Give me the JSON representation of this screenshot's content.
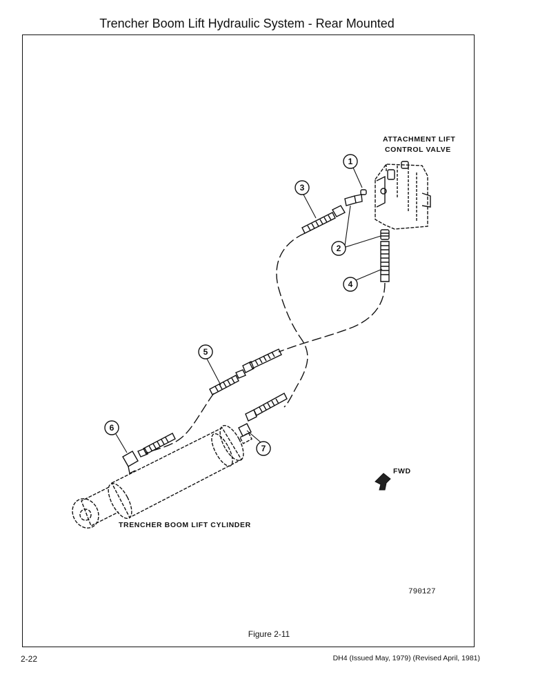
{
  "page": {
    "title": "Trencher Boom Lift Hydraulic System - Rear Mounted",
    "figure_caption": "Figure 2-11",
    "page_number": "2-22",
    "doc_info": "DH4 (Issued May, 1979) (Revised April, 1981)"
  },
  "diagram": {
    "valve_label_line1": "ATTACHMENT LIFT",
    "valve_label_line2": "CONTROL VALVE",
    "cylinder_label": "TRENCHER BOOM LIFT CYLINDER",
    "fwd_label": "FWD",
    "drawing_number": "790127",
    "callouts": [
      "1",
      "2",
      "3",
      "4",
      "5",
      "6",
      "7"
    ]
  }
}
